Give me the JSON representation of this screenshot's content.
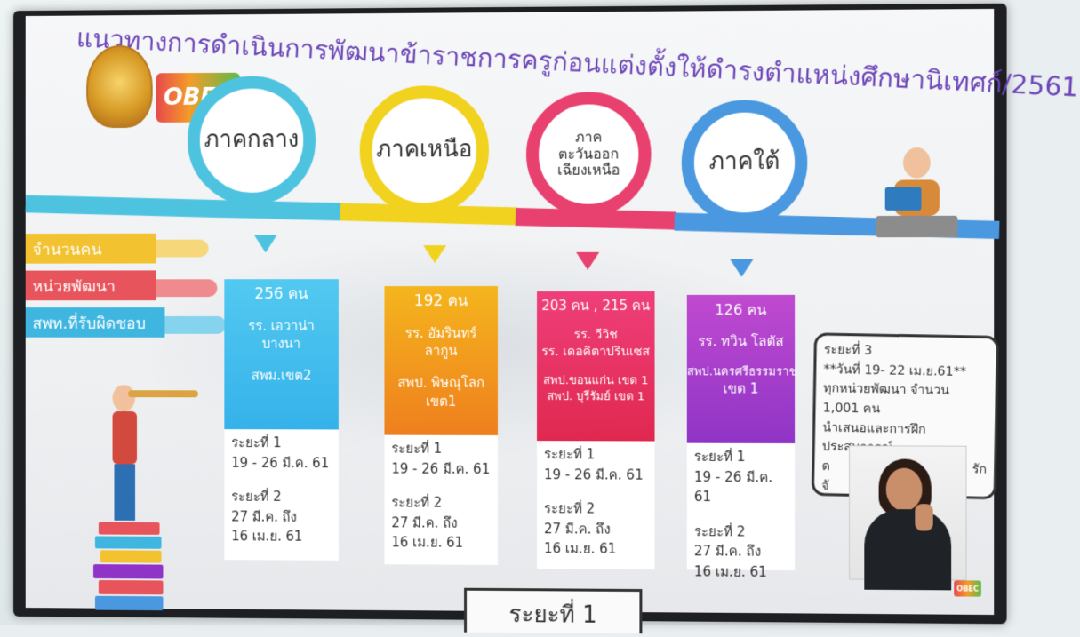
{
  "title": "แนวทางการดำเนินการพัฒนาข้าราชการครูก่อนแต่งตั้งให้ดำรงตำแหน่งศึกษานิเทศก์/2561",
  "logo_text": "OBEC",
  "logo_script": "Channel",
  "regions": [
    {
      "label": "ภาคกลาง",
      "color": "#4ec3e0"
    },
    {
      "label": "ภาคเหนือ",
      "color": "#f1d21f"
    },
    {
      "label_lines": [
        "ภาค",
        "ตะวันออก",
        "เฉียงเหนือ"
      ],
      "color": "#e8406f"
    },
    {
      "label": "ภาคใต้",
      "color": "#4a98df"
    }
  ],
  "row_labels": [
    "จำนวนคน",
    "หน่วยพัฒนา",
    "สพท.ที่รับผิดชอบ"
  ],
  "row_colors": [
    "#f2c230",
    "#e8545b",
    "#3fb6e0"
  ],
  "cards": [
    {
      "count": "256 คน",
      "unit_lines": [
        "รร. เอวาน่า",
        "บางนา"
      ],
      "office_lines": [
        "สพม.เขต2"
      ],
      "color_top": "#52c9f0",
      "color_bottom": "#35b2ea",
      "phase1": "ระยะที่ 1",
      "phase1_date": "19 - 26 มี.ค. 61",
      "phase2": "ระยะที่ 2",
      "phase2_date_a": "27 มี.ค. ถึง",
      "phase2_date_b": "16 เม.ย. 61"
    },
    {
      "count": "192 คน",
      "unit_lines": [
        "รร. อัมรินทร์",
        "ลากูน"
      ],
      "office_lines": [
        "สพป. พิษณุโลก",
        "เขต1"
      ],
      "color_top": "#f4b51d",
      "color_bottom": "#ef7f1e",
      "phase1": "ระยะที่ 1",
      "phase1_date": "19 - 26 มี.ค. 61",
      "phase2": "ระยะที่ 2",
      "phase2_date_a": "27 มี.ค. ถึง",
      "phase2_date_b": "16 เม.ย. 61"
    },
    {
      "count": "203 คน , 215 คน",
      "unit_lines": [
        "รร. วีวิช",
        "รร. เดอคิตาปรินเซส"
      ],
      "office_lines": [
        "สพป.ขอนแก่น เขต 1",
        "สพป. บุรีรัมย์ เขต 1"
      ],
      "color_top": "#ef3f7a",
      "color_bottom": "#e0284f",
      "phase1": "ระยะที่ 1",
      "phase1_date": "19 - 26 มี.ค. 61",
      "phase2": "ระยะที่ 2",
      "phase2_date_a": "27 มี.ค. ถึง",
      "phase2_date_b": "16 เม.ย. 61"
    },
    {
      "count": "126 คน",
      "unit_lines": [
        "รร. ทวิน โลตัส"
      ],
      "office_lines": [
        "สพป.นครศรีธรรมราช",
        "เขต 1"
      ],
      "color_top": "#c04ad0",
      "color_bottom": "#8f34c6",
      "phase1": "ระยะที่ 1",
      "phase1_date": "19 - 26 มี.ค. 61",
      "phase2": "ระยะที่ 2",
      "phase2_date_a": "27 มี.ค. ถึง",
      "phase2_date_b": "16 เม.ย. 61"
    }
  ],
  "phase3": {
    "heading": "ระยะที่ 3",
    "date": "**วันที่ 19- 22 เม.ย.61**",
    "line1": "ทุกหน่วยพัฒนา จำนวน 1,001 คน",
    "line2": "นำเสนอและการฝึกประสบการณ์",
    "line3": "ด",
    "line3_end": "รัก",
    "line4": "จั"
  },
  "bottom_text": "ระยะที่ 1",
  "corner_logo": "OBEC"
}
